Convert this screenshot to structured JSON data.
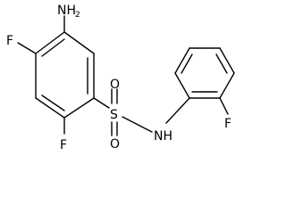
{
  "molecule": {
    "labels": {
      "amine_n": "NH",
      "amine_h_count": "2",
      "fluoro_4": "F",
      "fluoro_2": "F",
      "sulfur": "S",
      "oxygen_top": "O",
      "oxygen_bottom": "O",
      "sulfonamide_nh": "NH",
      "fluoro_aryl": "F"
    }
  }
}
